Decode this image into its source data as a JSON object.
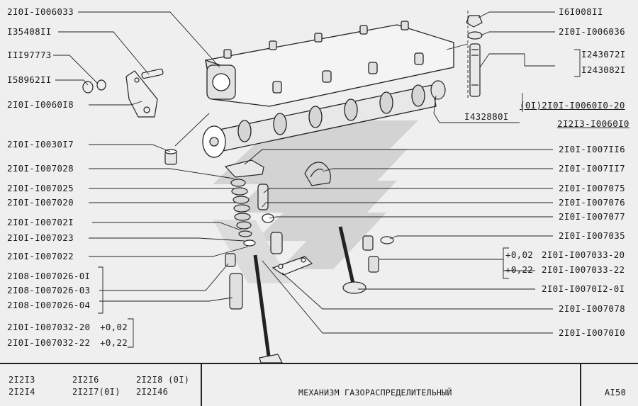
{
  "labels_left": [
    "2I0I-I006033",
    "I35408II",
    "III97773",
    "I58962II",
    "2I0I-I0060I8",
    "2I0I-I0030I7",
    "2I0I-I007028",
    "2I0I-I007025",
    "2I0I-I007020",
    "2I0I-I00702I",
    "2I0I-I007023",
    "2I0I-I007022",
    "2I08-I007026-0I",
    "2I08-I007026-03",
    "2I08-I007026-04",
    "2I0I-I007032-20",
    "2I0I-I007032-22"
  ],
  "tolerances_left": [
    "+0,02",
    "+0,22"
  ],
  "labels_right": [
    "I6I008II",
    "2I0I-I006036",
    "I243072I",
    "I243082I",
    "(0I)2I0I-I0060I0-20",
    "2I2I3-I0060I0",
    "I432880I",
    "2I0I-I007II6",
    "2I0I-I007II7",
    "2I0I-I007075",
    "2I0I-I007076",
    "2I0I-I007077",
    "2I0I-I007035",
    "2I0I-I007033-20",
    "2I0I-I007033-22",
    "2I0I-I0070I2-0I",
    "2I0I-I007078",
    "2I0I-I0070I0"
  ],
  "tolerances_right": [
    "+0,02",
    "+0,22"
  ],
  "title_block": {
    "models_col1": [
      "2I2I3",
      "2I2I4"
    ],
    "models_col2": [
      "2I2I6",
      "2I2I7(0I)"
    ],
    "models_col3": [
      "2I2I8 (0I)",
      "2I2I46"
    ],
    "title": "МЕХАНИЗМ ГАЗОРАСПРЕДЕЛИТЕЛЬНЫЙ",
    "sheet": "АI50"
  }
}
